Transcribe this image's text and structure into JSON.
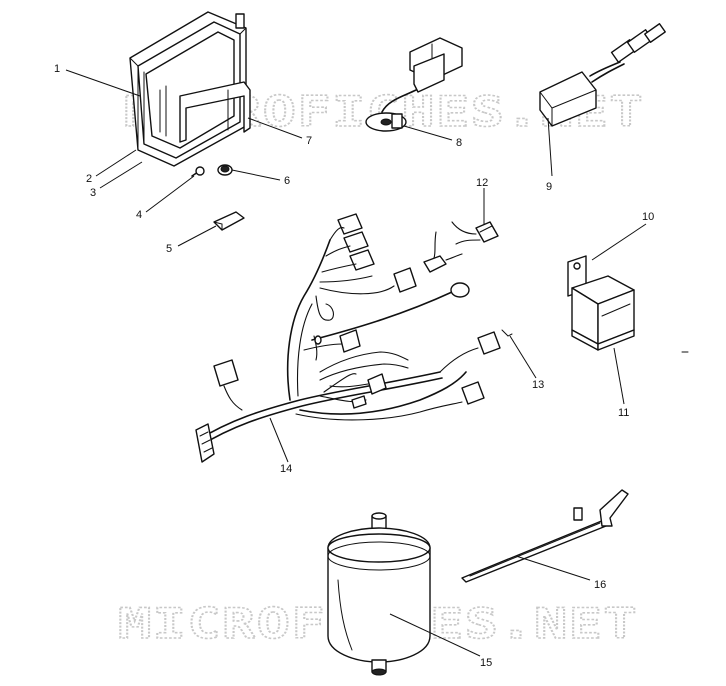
{
  "watermark": "MICROFICHES.NET",
  "callouts": [
    "1",
    "2",
    "3",
    "4",
    "5",
    "6",
    "7",
    "8",
    "9",
    "10",
    "11",
    "12",
    "13",
    "14",
    "15",
    "16"
  ]
}
